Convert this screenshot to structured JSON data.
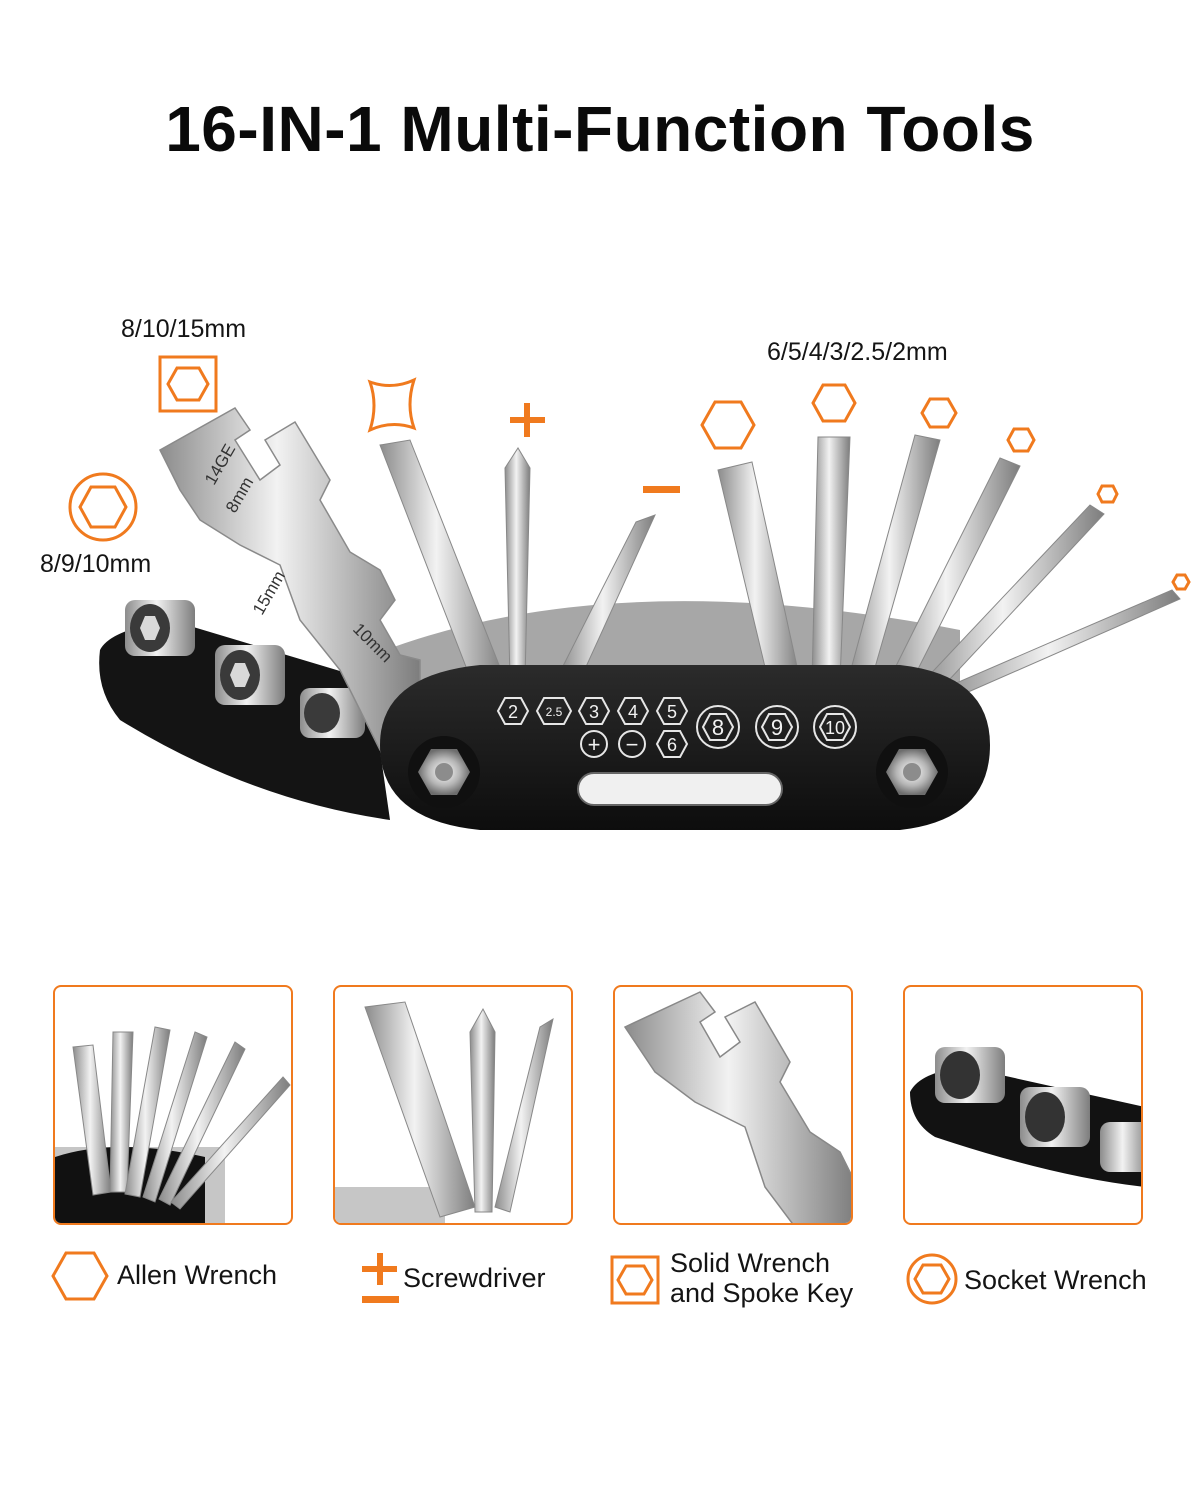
{
  "title": "16-IN-1 Multi-Function Tools",
  "hero": {
    "label_solid_wrench": "8/10/15mm",
    "label_socket": "8/9/10mm",
    "label_allen": "6/5/4/3/2.5/2mm",
    "wrench_text": [
      "14GE",
      "8mm",
      "15mm",
      "10mm"
    ],
    "body_marks": [
      "2",
      "2.5",
      "3",
      "4",
      "5",
      "+",
      "−",
      "6",
      "8",
      "9",
      "10"
    ]
  },
  "features": [
    {
      "label": "Allen Wrench",
      "icon": "hexagon-icon"
    },
    {
      "label": "Screwdriver",
      "icon": "plus-minus-icon"
    },
    {
      "label_line1": "Solid Wrench",
      "label_line2": "and Spoke Key",
      "icon": "square-hexagon-icon"
    },
    {
      "label": "Socket Wrench",
      "icon": "circle-hexagon-icon"
    }
  ],
  "colors": {
    "accent": "#f07a1e",
    "body": "#1a1a1a",
    "steel": "#c9c9c9"
  }
}
